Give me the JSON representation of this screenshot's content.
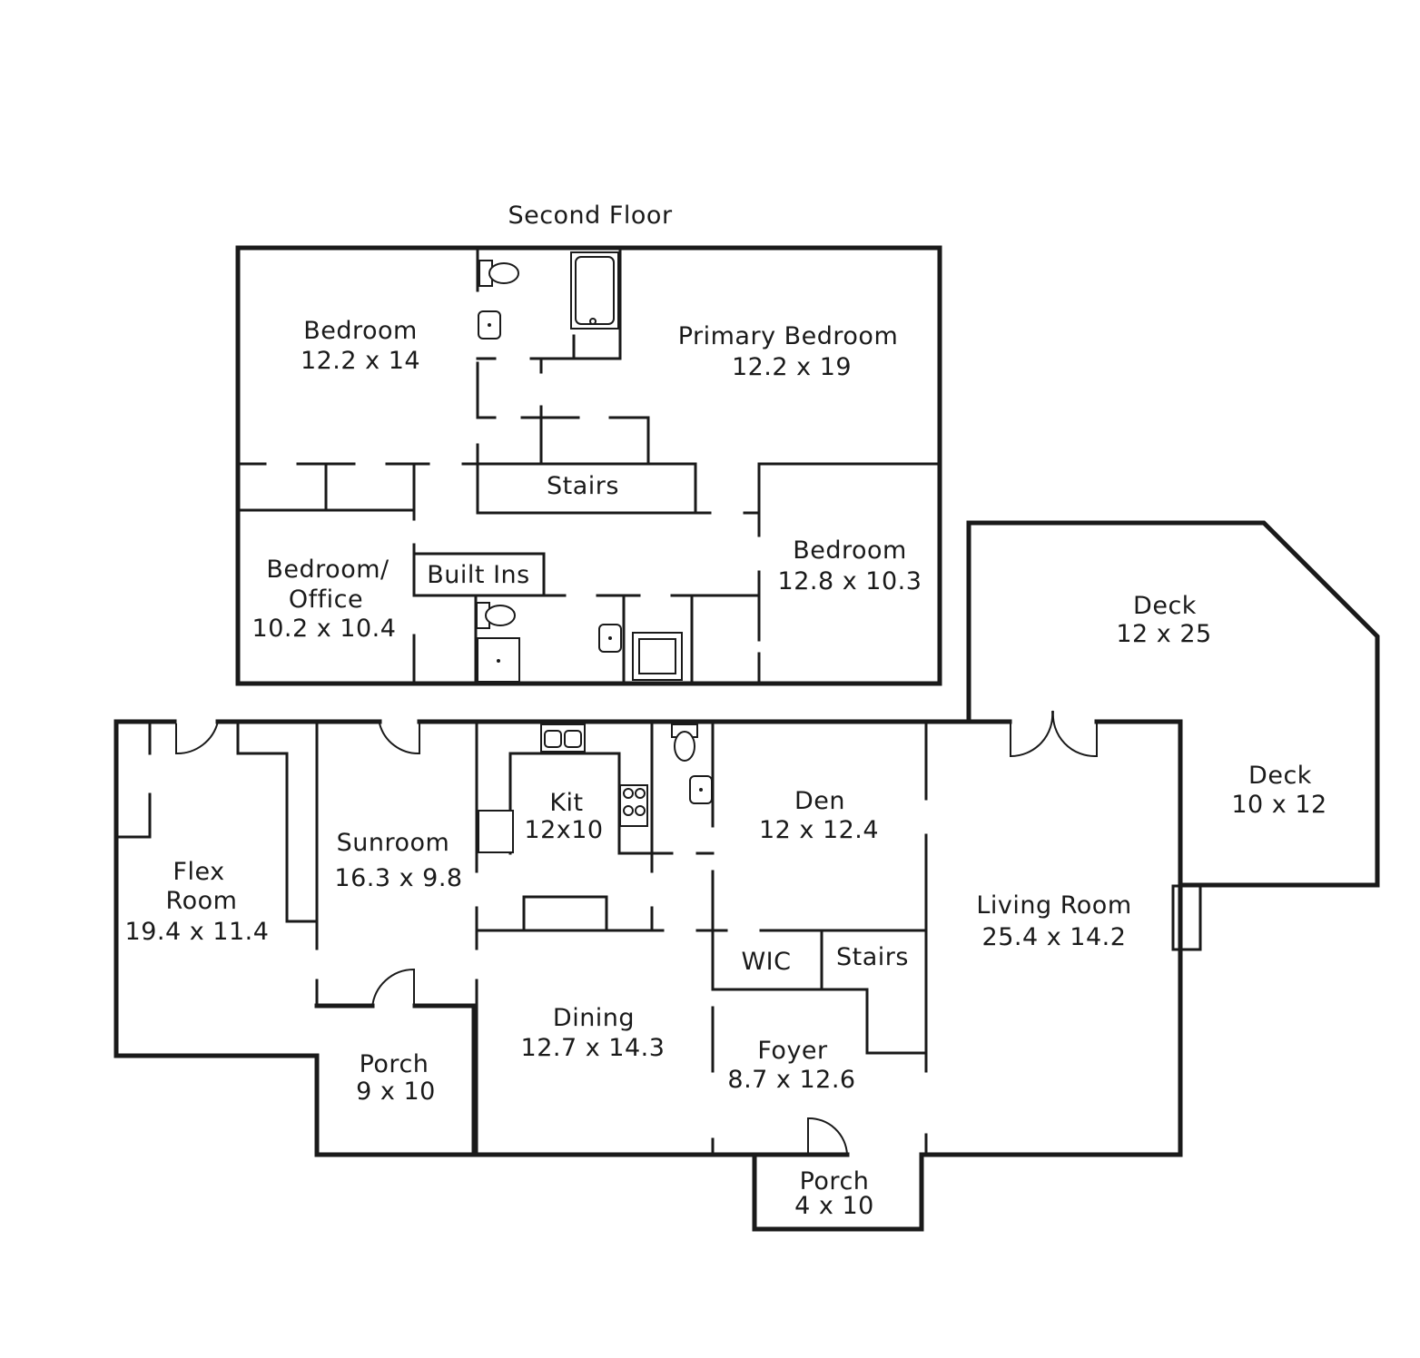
{
  "title": "Second Floor",
  "second_floor": {
    "bedroom_nw": {
      "name": "Bedroom",
      "size": "12.2 x 14"
    },
    "primary_bedroom": {
      "name": "Primary Bedroom",
      "size": "12.2 x 19"
    },
    "stairs": {
      "name": "Stairs"
    },
    "bedroom_office": {
      "name_line1": "Bedroom/",
      "name_line2": "Office",
      "size": "10.2 x 10.4"
    },
    "built_ins": {
      "name": "Built Ins"
    },
    "bedroom_se": {
      "name": "Bedroom",
      "size": "12.8 x 10.3"
    }
  },
  "first_floor": {
    "flex_room": {
      "name_line1": "Flex",
      "name_line2": "Room",
      "size": "19.4 x 11.4"
    },
    "sunroom": {
      "name": "Sunroom",
      "size": "16.3 x 9.8"
    },
    "kitchen": {
      "name": "Kit",
      "size": "12x10"
    },
    "den": {
      "name": "Den",
      "size": "12 x 12.4"
    },
    "living_room": {
      "name": "Living Room",
      "size": "25.4 x 14.2"
    },
    "wic": {
      "name": "WIC"
    },
    "stairs": {
      "name": "Stairs"
    },
    "dining": {
      "name": "Dining",
      "size": "12.7 x 14.3"
    },
    "foyer": {
      "name": "Foyer",
      "size": "8.7 x 12.6"
    },
    "porch_side": {
      "name": "Porch",
      "size": "9 x 10"
    },
    "porch_front": {
      "name": "Porch",
      "size": "4 x 10"
    },
    "deck_large": {
      "name": "Deck",
      "size": "12 x 25"
    },
    "deck_small": {
      "name": "Deck",
      "size": "10 x 12"
    }
  }
}
